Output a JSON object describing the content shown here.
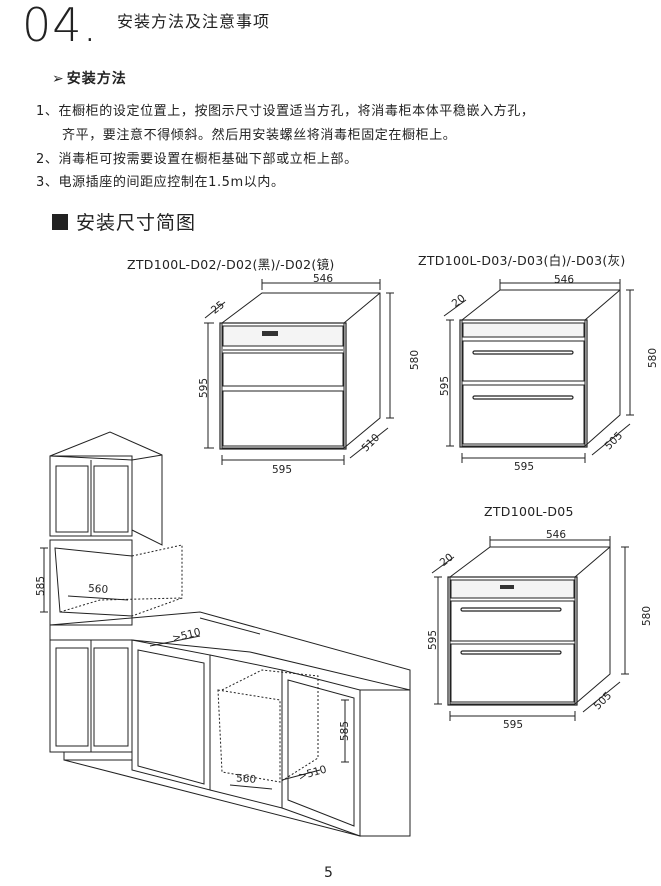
{
  "header": {
    "number": "04.",
    "title": "安装方法及注意事项"
  },
  "install_method": {
    "heading": "安装方法",
    "steps": [
      "1、在橱柜的设定位置上，按图示尺寸设置适当方孔，将消毒柜本体平稳嵌入方孔，",
      "齐平，要注意不得倾斜。然后用安装螺丝将消毒柜固定在橱柜上。",
      "2、消毒柜可按需要设置在橱柜基础下部或立柜上部。",
      "3、电源插座的间距应控制在1.5m以内。"
    ]
  },
  "diagram_section": {
    "heading": "安装尺寸简图"
  },
  "models": {
    "a": {
      "name": "ZTD100L-D02/-D02(黑)/-D02(镜)",
      "depth_front": "25",
      "width_top": "546",
      "height_left": "595",
      "height_right": "580",
      "depth_side": "510",
      "width_bottom": "595"
    },
    "b": {
      "name": "ZTD100L-D03/-D03(白)/-D03(灰)",
      "depth_front": "20",
      "width_top": "546",
      "height_left": "595",
      "height_right": "580",
      "depth_side": "505",
      "width_bottom": "595"
    },
    "c": {
      "name": "ZTD100L-D05",
      "depth_front": "20",
      "width_top": "546",
      "height_left": "595",
      "height_right": "580",
      "depth_side": "505",
      "width_bottom": "595"
    }
  },
  "kitchen": {
    "upper_height": "585",
    "upper_width": "560",
    "upper_depth": ">510",
    "lower_height": "585",
    "lower_width": "560",
    "lower_depth": ">510"
  },
  "page_number": "5"
}
